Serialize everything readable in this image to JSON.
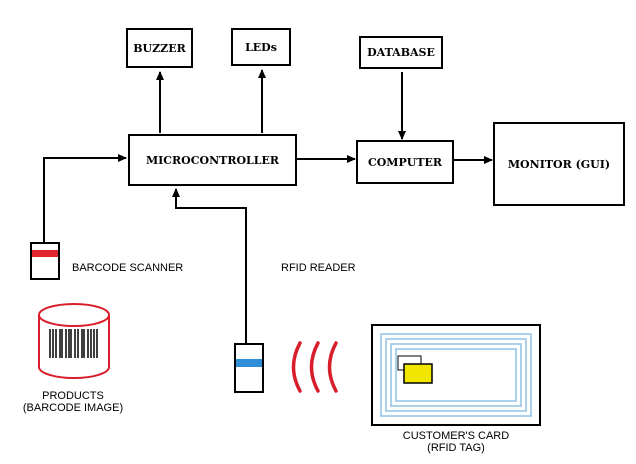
{
  "blocks": {
    "buzzer": "BUZZER",
    "leds": "LEDs",
    "database": "DATABASE",
    "microcontroller": "MICROCONTROLLER",
    "computer": "COMPUTER",
    "monitor": "MONITOR (GUI)"
  },
  "labels": {
    "barcode_scanner": "BARCODE SCANNER",
    "rfid_reader": "RFID READER",
    "products_line1": "PRODUCTS",
    "products_line2": "(BARCODE IMAGE)",
    "card_line1": "CUSTOMER'S CARD",
    "card_line2": "(RFID TAG)"
  },
  "colors": {
    "line": "#000000",
    "scanner_accent": "#e0262e",
    "reader_accent": "#2e8fd8",
    "barcode_drum": "#d81e2a",
    "rf_waves": "#d81e2a",
    "card_border": "#8fc0e6",
    "card_chip": "#f2e600"
  }
}
